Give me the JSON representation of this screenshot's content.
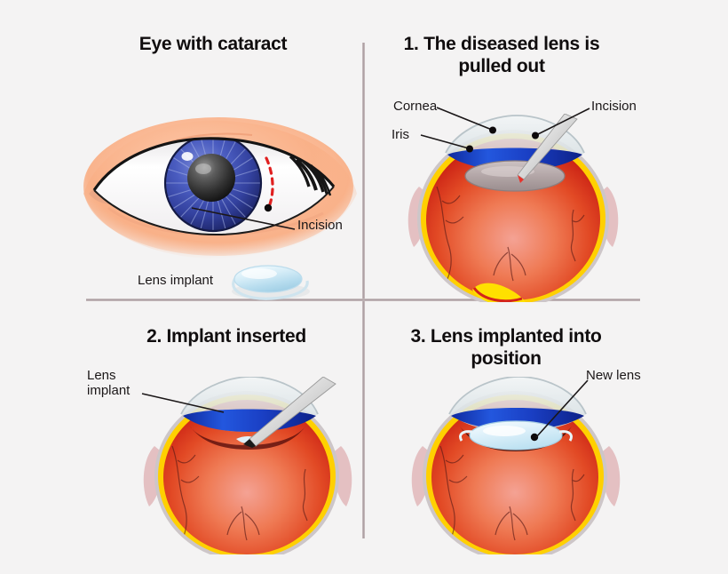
{
  "illustration": {
    "subject": "Cataract surgery procedure",
    "background_color": "#f4f3f3",
    "divider_color": "#a89a9d"
  },
  "panels": {
    "top_left": {
      "title": "Eye with\ncataract",
      "labels": {
        "incision": "Incision",
        "lens_implant": "Lens implant"
      }
    },
    "top_right": {
      "title": "1. The diseased lens\nis pulled out",
      "labels": {
        "cornea": "Cornea",
        "iris": "Iris",
        "incision": "Incision"
      }
    },
    "bottom_left": {
      "title": "2. Implant inserted",
      "labels": {
        "lens_implant": "Lens\nimplant"
      }
    },
    "bottom_right": {
      "title": "3. Lens implanted\ninto position",
      "labels": {
        "new_lens": "New lens"
      }
    }
  },
  "colors": {
    "skin_light": "#fde0cd",
    "skin_mid": "#f9b58f",
    "sclera": "#ffffff",
    "iris_blue": "#3f50b5",
    "iris_blue_dark": "#26337f",
    "pupil_dark": "#2b2b2b",
    "incision_dashes": "#e02020",
    "globe_red": "#d42216",
    "globe_orange": "#f06a3a",
    "globe_pink": "#f29a8e",
    "choroid_yellow": "#ffd400",
    "iris_band_blue": "#1636c4",
    "cataract_gray": "#b3a8a8",
    "implant_lens_blue": "#cfe9f5",
    "instrument_gray": "#d8d8d8",
    "optic_nerve_pink": "#e6b9bc",
    "text_dark": "#1b1718"
  }
}
